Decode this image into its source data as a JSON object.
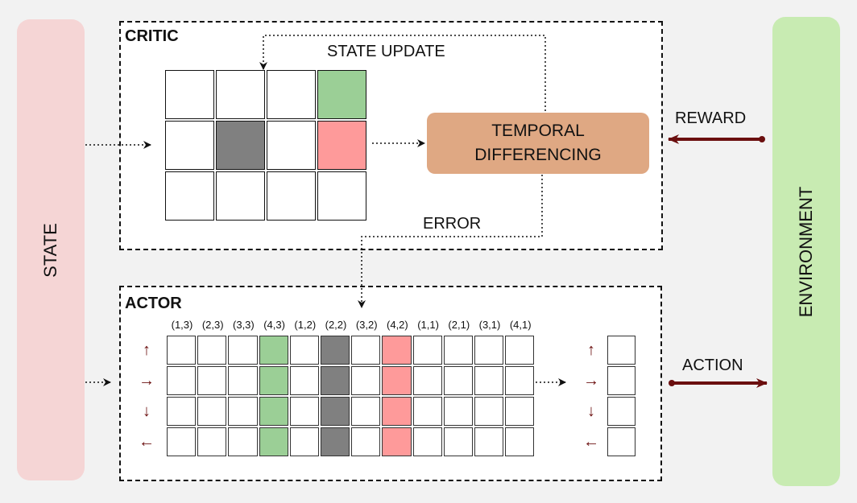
{
  "labels": {
    "state": "STATE",
    "environment": "ENVIRONMENT",
    "critic": "CRITIC",
    "actor": "ACTOR",
    "state_update": "STATE UPDATE",
    "temporal_differencing_1": "TEMPORAL",
    "temporal_differencing_2": "DIFFERENCING",
    "error": "ERROR",
    "reward": "REWARD",
    "action": "ACTION"
  },
  "colors": {
    "state_panel": "#f5d5d5",
    "environment_panel": "#c8ebb2",
    "td_box": "#dfa883",
    "goal_cell": "#9bcf96",
    "penalty_cell": "#fe9a9a",
    "wall_cell": "#808080",
    "arrow": "#6b0f0f"
  },
  "critic_grid": {
    "rows": [
      [
        "empty",
        "empty",
        "empty",
        "goal"
      ],
      [
        "empty",
        "wall",
        "empty",
        "penalty"
      ],
      [
        "empty",
        "empty",
        "empty",
        "empty"
      ]
    ]
  },
  "actor_table": {
    "columns": [
      "(1,3)",
      "(2,3)",
      "(3,3)",
      "(4,3)",
      "(1,2)",
      "(2,2)",
      "(3,2)",
      "(4,2)",
      "(1,1)",
      "(2,1)",
      "(3,1)",
      "(4,1)"
    ],
    "column_types": [
      "empty",
      "empty",
      "empty",
      "goal",
      "empty",
      "wall",
      "empty",
      "penalty",
      "empty",
      "empty",
      "empty",
      "empty"
    ],
    "actions": [
      {
        "icon": "arrow-up-icon",
        "glyph": "↑"
      },
      {
        "icon": "arrow-right-icon",
        "glyph": "→"
      },
      {
        "icon": "arrow-down-icon",
        "glyph": "↓"
      },
      {
        "icon": "arrow-left-icon",
        "glyph": "←"
      }
    ]
  }
}
